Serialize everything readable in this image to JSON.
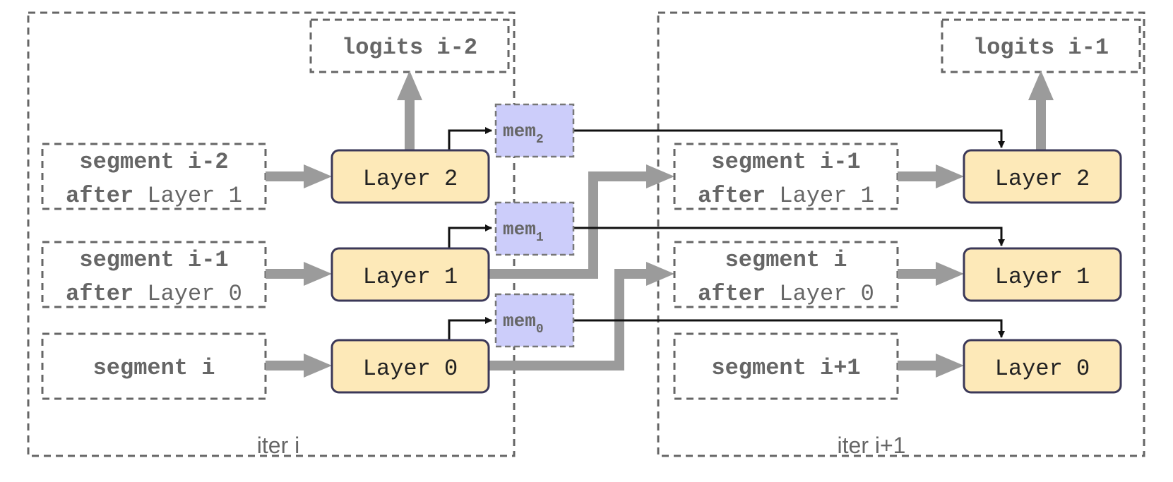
{
  "iterations": [
    {
      "label": "iter i",
      "logits": "logits i-2",
      "segments": [
        {
          "name": "segment i-2",
          "after_word": "after",
          "after_layer": "Layer 1"
        },
        {
          "name": "segment i-1",
          "after_word": "after",
          "after_layer": "Layer 0"
        },
        {
          "name": "segment i",
          "after_word": "",
          "after_layer": ""
        }
      ],
      "layers": [
        "Layer 2",
        "Layer 1",
        "Layer 0"
      ]
    },
    {
      "label": "iter i+1",
      "logits": "logits i-1",
      "segments": [
        {
          "name": "segment i-1",
          "after_word": "after",
          "after_layer": "Layer 1"
        },
        {
          "name": "segment i",
          "after_word": "after",
          "after_layer": "Layer 0"
        },
        {
          "name": "segment i+1",
          "after_word": "",
          "after_layer": ""
        }
      ],
      "layers": [
        "Layer 2",
        "Layer 1",
        "Layer 0"
      ]
    }
  ],
  "memories": [
    {
      "base": "mem",
      "sub": "2"
    },
    {
      "base": "mem",
      "sub": "1"
    },
    {
      "base": "mem",
      "sub": "0"
    }
  ],
  "colors": {
    "layer_fill": "#fde9b8",
    "memory_fill": "#cccdfa",
    "arrow_gray": "#9b9b9b",
    "arrow_black": "#111111"
  }
}
